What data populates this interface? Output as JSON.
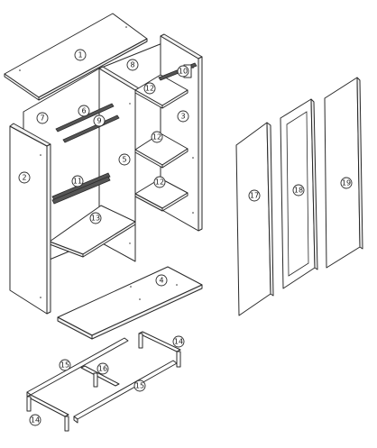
{
  "diagram": {
    "callouts": [
      {
        "id": "top-panel",
        "label": "1"
      },
      {
        "id": "left-side-panel",
        "label": "2"
      },
      {
        "id": "right-side-panel",
        "label": "3"
      },
      {
        "id": "bottom-panel",
        "label": "4"
      },
      {
        "id": "middle-divider",
        "label": "5"
      },
      {
        "id": "hanging-rail-long",
        "label": "6"
      },
      {
        "id": "back-panel-left",
        "label": "7"
      },
      {
        "id": "back-panel-right-top",
        "label": "8"
      },
      {
        "id": "rail-support",
        "label": "9"
      },
      {
        "id": "hanging-rail-short",
        "label": "10"
      },
      {
        "id": "rail-lower",
        "label": "11"
      },
      {
        "id": "shelf-top",
        "label": "12"
      },
      {
        "id": "shelf-middle",
        "label": "12"
      },
      {
        "id": "shelf-lower",
        "label": "12"
      },
      {
        "id": "inner-shelf",
        "label": "13"
      },
      {
        "id": "base-leg-right",
        "label": "14"
      },
      {
        "id": "base-leg-left",
        "label": "14"
      },
      {
        "id": "base-beam-back",
        "label": "15"
      },
      {
        "id": "base-beam-front",
        "label": "15"
      },
      {
        "id": "base-cross-beam",
        "label": "16"
      },
      {
        "id": "door-left",
        "label": "17"
      },
      {
        "id": "door-mirror",
        "label": "18"
      },
      {
        "id": "door-right",
        "label": "19"
      }
    ]
  }
}
